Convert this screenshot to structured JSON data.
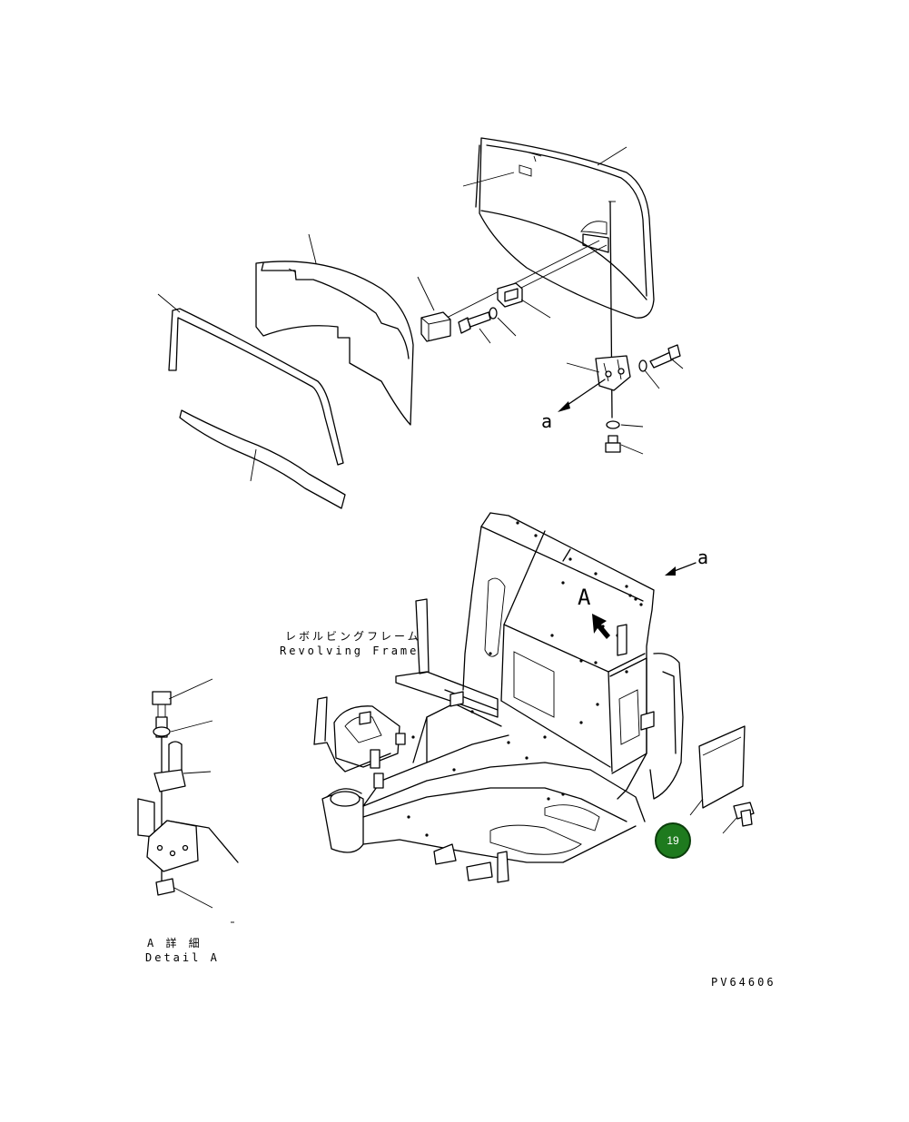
{
  "labels": {
    "arrow_a_upper": "a",
    "arrow_a_lower": "a",
    "view_a": "A",
    "frame_jp": "レボルビングフレーム",
    "frame_en": "Revolving Frame",
    "detail_jp": "A 詳 細",
    "detail_en": "Detail A",
    "drawing_code": "PV64606"
  },
  "callout": {
    "number": "19",
    "color": "#1e7a1e"
  }
}
